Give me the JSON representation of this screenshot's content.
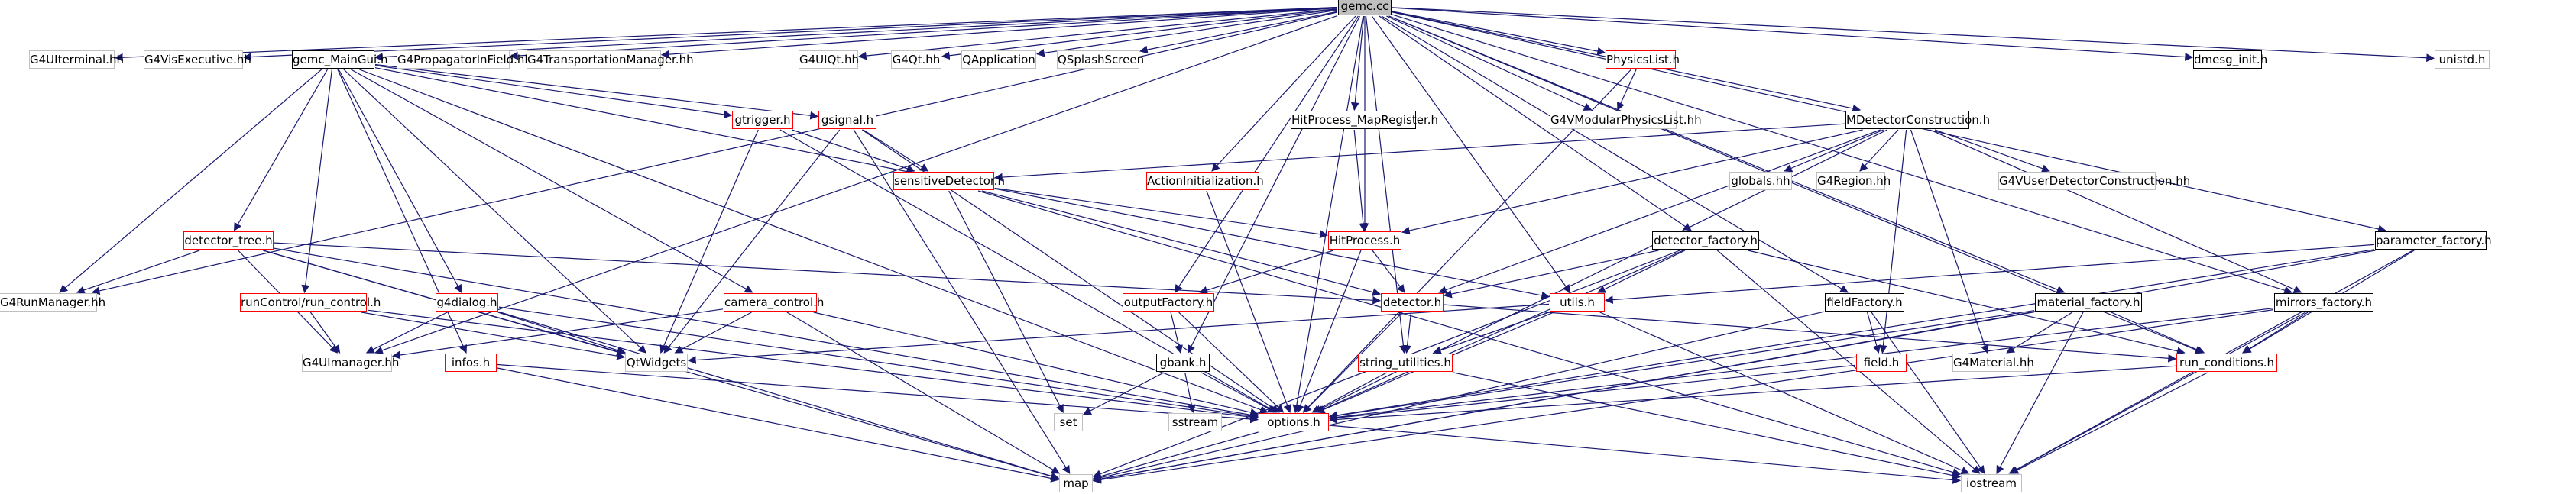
{
  "diagram": {
    "colors": {
      "edge": "#191970",
      "root_fill": "#bfbfbf",
      "external_border": "#c0c0c0",
      "incomplete_border": "#ff0000",
      "documented_border": "#000000"
    },
    "nodes": {
      "gemc_cc": {
        "label": "gemc.cc",
        "style": "root"
      },
      "G4UIterminal_hh": {
        "label": "G4UIterminal.hh",
        "style": "ext"
      },
      "G4VisExecutive_hh": {
        "label": "G4VisExecutive.hh",
        "style": "ext"
      },
      "gemc_MainGui_h": {
        "label": "gemc_MainGui.h",
        "style": "doc"
      },
      "G4PropagatorInField_hh": {
        "label": "G4PropagatorInField.hh",
        "style": "ext"
      },
      "G4TransportationManager_hh": {
        "label": "G4TransportationManager.hh",
        "style": "ext"
      },
      "G4UIQt_hh": {
        "label": "G4UIQt.hh",
        "style": "ext"
      },
      "G4Qt_hh": {
        "label": "G4Qt.hh",
        "style": "ext"
      },
      "QApplication": {
        "label": "QApplication",
        "style": "ext"
      },
      "QSplashScreen": {
        "label": "QSplashScreen",
        "style": "ext"
      },
      "PhysicsList_h": {
        "label": "PhysicsList.h",
        "style": "red"
      },
      "dmesg_init_h": {
        "label": "dmesg_init.h",
        "style": "doc"
      },
      "unistd_h": {
        "label": "unistd.h",
        "style": "ext"
      },
      "HitProcess_MapRegister_h": {
        "label": "HitProcess_MapRegister.h",
        "style": "doc"
      },
      "G4VModularPhysicsList_hh": {
        "label": "G4VModularPhysicsList.hh",
        "style": "ext"
      },
      "MDetectorConstruction_h": {
        "label": "MDetectorConstruction.h",
        "style": "doc"
      },
      "gtrigger_h": {
        "label": "gtrigger.h",
        "style": "red"
      },
      "gsignal_h": {
        "label": "gsignal.h",
        "style": "red"
      },
      "sensitiveDetector_h": {
        "label": "sensitiveDetector.h",
        "style": "red"
      },
      "ActionInitialization_h": {
        "label": "ActionInitialization.h",
        "style": "red"
      },
      "globals_hh": {
        "label": "globals.hh",
        "style": "ext"
      },
      "G4Region_hh": {
        "label": "G4Region.hh",
        "style": "ext"
      },
      "G4VUserDetectorConstruction_hh": {
        "label": "G4VUserDetectorConstruction.hh",
        "style": "ext"
      },
      "detector_tree_h": {
        "label": "detector_tree.h",
        "style": "red"
      },
      "HitProcess_h": {
        "label": "HitProcess.h",
        "style": "red"
      },
      "detector_factory_h": {
        "label": "detector_factory.h",
        "style": "doc"
      },
      "parameter_factory_h": {
        "label": "parameter_factory.h",
        "style": "doc"
      },
      "G4RunManager_hh": {
        "label": "G4RunManager.hh",
        "style": "ext"
      },
      "runControl_run_control_h": {
        "label": "runControl/run_control.h",
        "style": "red"
      },
      "g4dialog_h": {
        "label": "g4dialog.h",
        "style": "red"
      },
      "camera_control_h": {
        "label": "camera_control.h",
        "style": "red"
      },
      "outputFactory_h": {
        "label": "outputFactory.h",
        "style": "red"
      },
      "detector_h": {
        "label": "detector.h",
        "style": "red"
      },
      "utils_h": {
        "label": "utils.h",
        "style": "red"
      },
      "fieldFactory_h": {
        "label": "fieldFactory.h",
        "style": "doc"
      },
      "material_factory_h": {
        "label": "material_factory.h",
        "style": "doc"
      },
      "mirrors_factory_h": {
        "label": "mirrors_factory.h",
        "style": "doc"
      },
      "G4UImanager_hh": {
        "label": "G4UImanager.hh",
        "style": "ext"
      },
      "infos_h": {
        "label": "infos.h",
        "style": "red"
      },
      "QtWidgets": {
        "label": "QtWidgets",
        "style": "ext"
      },
      "gbank_h": {
        "label": "gbank.h",
        "style": "doc"
      },
      "string_utilities_h": {
        "label": "string_utilities.h",
        "style": "red"
      },
      "field_h": {
        "label": "field.h",
        "style": "red"
      },
      "G4Material_hh": {
        "label": "G4Material.hh",
        "style": "ext"
      },
      "run_conditions_h": {
        "label": "run_conditions.h",
        "style": "red"
      },
      "set": {
        "label": "set",
        "style": "ext"
      },
      "sstream": {
        "label": "sstream",
        "style": "ext"
      },
      "options_h": {
        "label": "options.h",
        "style": "red"
      },
      "map": {
        "label": "map",
        "style": "ext"
      },
      "iostream": {
        "label": "iostream",
        "style": "ext"
      }
    },
    "edges": [
      [
        "gemc_cc",
        "G4UIterminal_hh"
      ],
      [
        "gemc_cc",
        "G4VisExecutive_hh"
      ],
      [
        "gemc_cc",
        "gemc_MainGui_h"
      ],
      [
        "gemc_cc",
        "G4PropagatorInField_hh"
      ],
      [
        "gemc_cc",
        "G4TransportationManager_hh"
      ],
      [
        "gemc_cc",
        "G4UIQt_hh"
      ],
      [
        "gemc_cc",
        "G4Qt_hh"
      ],
      [
        "gemc_cc",
        "QApplication"
      ],
      [
        "gemc_cc",
        "QSplashScreen"
      ],
      [
        "gemc_cc",
        "PhysicsList_h"
      ],
      [
        "gemc_cc",
        "dmesg_init_h"
      ],
      [
        "gemc_cc",
        "unistd_h"
      ],
      [
        "gemc_cc",
        "HitProcess_MapRegister_h"
      ],
      [
        "gemc_cc",
        "G4VModularPhysicsList_hh"
      ],
      [
        "gemc_cc",
        "MDetectorConstruction_h"
      ],
      [
        "gemc_cc",
        "ActionInitialization_h"
      ],
      [
        "gemc_cc",
        "G4RunManager_hh"
      ],
      [
        "gemc_cc",
        "G4UImanager_hh"
      ],
      [
        "gemc_cc",
        "outputFactory_h"
      ],
      [
        "gemc_cc",
        "HitProcess_h"
      ],
      [
        "gemc_cc",
        "utils_h"
      ],
      [
        "gemc_cc",
        "gbank_h"
      ],
      [
        "gemc_cc",
        "string_utilities_h"
      ],
      [
        "gemc_cc",
        "options_h"
      ],
      [
        "gemc_cc",
        "detector_factory_h"
      ],
      [
        "gemc_cc",
        "fieldFactory_h"
      ],
      [
        "gemc_cc",
        "material_factory_h"
      ],
      [
        "gemc_cc",
        "mirrors_factory_h"
      ],
      [
        "gemc_cc",
        "parameter_factory_h"
      ],
      [
        "gemc_cc",
        "run_conditions_h"
      ],
      [
        "gemc_MainGui_h",
        "gtrigger_h"
      ],
      [
        "gemc_MainGui_h",
        "gsignal_h"
      ],
      [
        "gemc_MainGui_h",
        "detector_tree_h"
      ],
      [
        "gemc_MainGui_h",
        "runControl_run_control_h"
      ],
      [
        "gemc_MainGui_h",
        "g4dialog_h"
      ],
      [
        "gemc_MainGui_h",
        "camera_control_h"
      ],
      [
        "gemc_MainGui_h",
        "infos_h"
      ],
      [
        "gemc_MainGui_h",
        "G4RunManager_hh"
      ],
      [
        "gemc_MainGui_h",
        "QtWidgets"
      ],
      [
        "gemc_MainGui_h",
        "options_h"
      ],
      [
        "gemc_MainGui_h",
        "utils_h"
      ],
      [
        "PhysicsList_h",
        "G4VModularPhysicsList_hh"
      ],
      [
        "PhysicsList_h",
        "options_h"
      ],
      [
        "HitProcess_MapRegister_h",
        "HitProcess_h"
      ],
      [
        "MDetectorConstruction_h",
        "sensitiveDetector_h"
      ],
      [
        "MDetectorConstruction_h",
        "globals_hh"
      ],
      [
        "MDetectorConstruction_h",
        "G4Region_hh"
      ],
      [
        "MDetectorConstruction_h",
        "G4VUserDetectorConstruction_hh"
      ],
      [
        "MDetectorConstruction_h",
        "HitProcess_h"
      ],
      [
        "MDetectorConstruction_h",
        "detector_h"
      ],
      [
        "MDetectorConstruction_h",
        "field_h"
      ],
      [
        "MDetectorConstruction_h",
        "G4Material_hh"
      ],
      [
        "MDetectorConstruction_h",
        "mirrors_factory_h"
      ],
      [
        "MDetectorConstruction_h",
        "options_h"
      ],
      [
        "gtrigger_h",
        "sensitiveDetector_h"
      ],
      [
        "gtrigger_h",
        "QtWidgets"
      ],
      [
        "gtrigger_h",
        "options_h"
      ],
      [
        "gsignal_h",
        "sensitiveDetector_h"
      ],
      [
        "gsignal_h",
        "QtWidgets"
      ],
      [
        "gsignal_h",
        "options_h"
      ],
      [
        "gsignal_h",
        "map"
      ],
      [
        "sensitiveDetector_h",
        "HitProcess_h"
      ],
      [
        "sensitiveDetector_h",
        "detector_h"
      ],
      [
        "sensitiveDetector_h",
        "set"
      ],
      [
        "sensitiveDetector_h",
        "iostream"
      ],
      [
        "ActionInitialization_h",
        "options_h"
      ],
      [
        "detector_tree_h",
        "G4RunManager_hh"
      ],
      [
        "detector_tree_h",
        "detector_h"
      ],
      [
        "detector_tree_h",
        "QtWidgets"
      ],
      [
        "detector_tree_h",
        "G4UImanager_hh"
      ],
      [
        "detector_tree_h",
        "options_h"
      ],
      [
        "detector_tree_h",
        "map"
      ],
      [
        "HitProcess_h",
        "outputFactory_h"
      ],
      [
        "HitProcess_h",
        "detector_h"
      ],
      [
        "HitProcess_h",
        "options_h"
      ],
      [
        "detector_factory_h",
        "detector_h"
      ],
      [
        "detector_factory_h",
        "utils_h"
      ],
      [
        "detector_factory_h",
        "run_conditions_h"
      ],
      [
        "detector_factory_h",
        "options_h"
      ],
      [
        "detector_factory_h",
        "map"
      ],
      [
        "detector_factory_h",
        "iostream"
      ],
      [
        "parameter_factory_h",
        "utils_h"
      ],
      [
        "parameter_factory_h",
        "run_conditions_h"
      ],
      [
        "parameter_factory_h",
        "options_h"
      ],
      [
        "parameter_factory_h",
        "map"
      ],
      [
        "parameter_factory_h",
        "iostream"
      ],
      [
        "runControl_run_control_h",
        "G4UImanager_hh"
      ],
      [
        "runControl_run_control_h",
        "QtWidgets"
      ],
      [
        "runControl_run_control_h",
        "options_h"
      ],
      [
        "g4dialog_h",
        "G4UImanager_hh"
      ],
      [
        "g4dialog_h",
        "QtWidgets"
      ],
      [
        "g4dialog_h",
        "options_h"
      ],
      [
        "g4dialog_h",
        "map"
      ],
      [
        "camera_control_h",
        "G4UImanager_hh"
      ],
      [
        "camera_control_h",
        "QtWidgets"
      ],
      [
        "camera_control_h",
        "options_h"
      ],
      [
        "camera_control_h",
        "map"
      ],
      [
        "outputFactory_h",
        "gbank_h"
      ],
      [
        "outputFactory_h",
        "options_h"
      ],
      [
        "detector_h",
        "string_utilities_h"
      ],
      [
        "detector_h",
        "run_conditions_h"
      ],
      [
        "detector_h",
        "options_h"
      ],
      [
        "utils_h",
        "QtWidgets"
      ],
      [
        "utils_h",
        "string_utilities_h"
      ],
      [
        "utils_h",
        "options_h"
      ],
      [
        "utils_h",
        "iostream"
      ],
      [
        "fieldFactory_h",
        "field_h"
      ],
      [
        "fieldFactory_h",
        "map"
      ],
      [
        "fieldFactory_h",
        "iostream"
      ],
      [
        "material_factory_h",
        "G4Material_hh"
      ],
      [
        "material_factory_h",
        "run_conditions_h"
      ],
      [
        "material_factory_h",
        "options_h"
      ],
      [
        "material_factory_h",
        "map"
      ],
      [
        "material_factory_h",
        "iostream"
      ],
      [
        "mirrors_factory_h",
        "run_conditions_h"
      ],
      [
        "mirrors_factory_h",
        "options_h"
      ],
      [
        "mirrors_factory_h",
        "map"
      ],
      [
        "mirrors_factory_h",
        "iostream"
      ],
      [
        "infos_h",
        "options_h"
      ],
      [
        "infos_h",
        "map"
      ],
      [
        "gbank_h",
        "set"
      ],
      [
        "gbank_h",
        "sstream"
      ],
      [
        "gbank_h",
        "options_h"
      ],
      [
        "string_utilities_h",
        "options_h"
      ],
      [
        "string_utilities_h",
        "iostream"
      ],
      [
        "field_h",
        "options_h"
      ],
      [
        "run_conditions_h",
        "options_h"
      ],
      [
        "run_conditions_h",
        "iostream"
      ],
      [
        "options_h",
        "map"
      ],
      [
        "options_h",
        "iostream"
      ]
    ]
  }
}
